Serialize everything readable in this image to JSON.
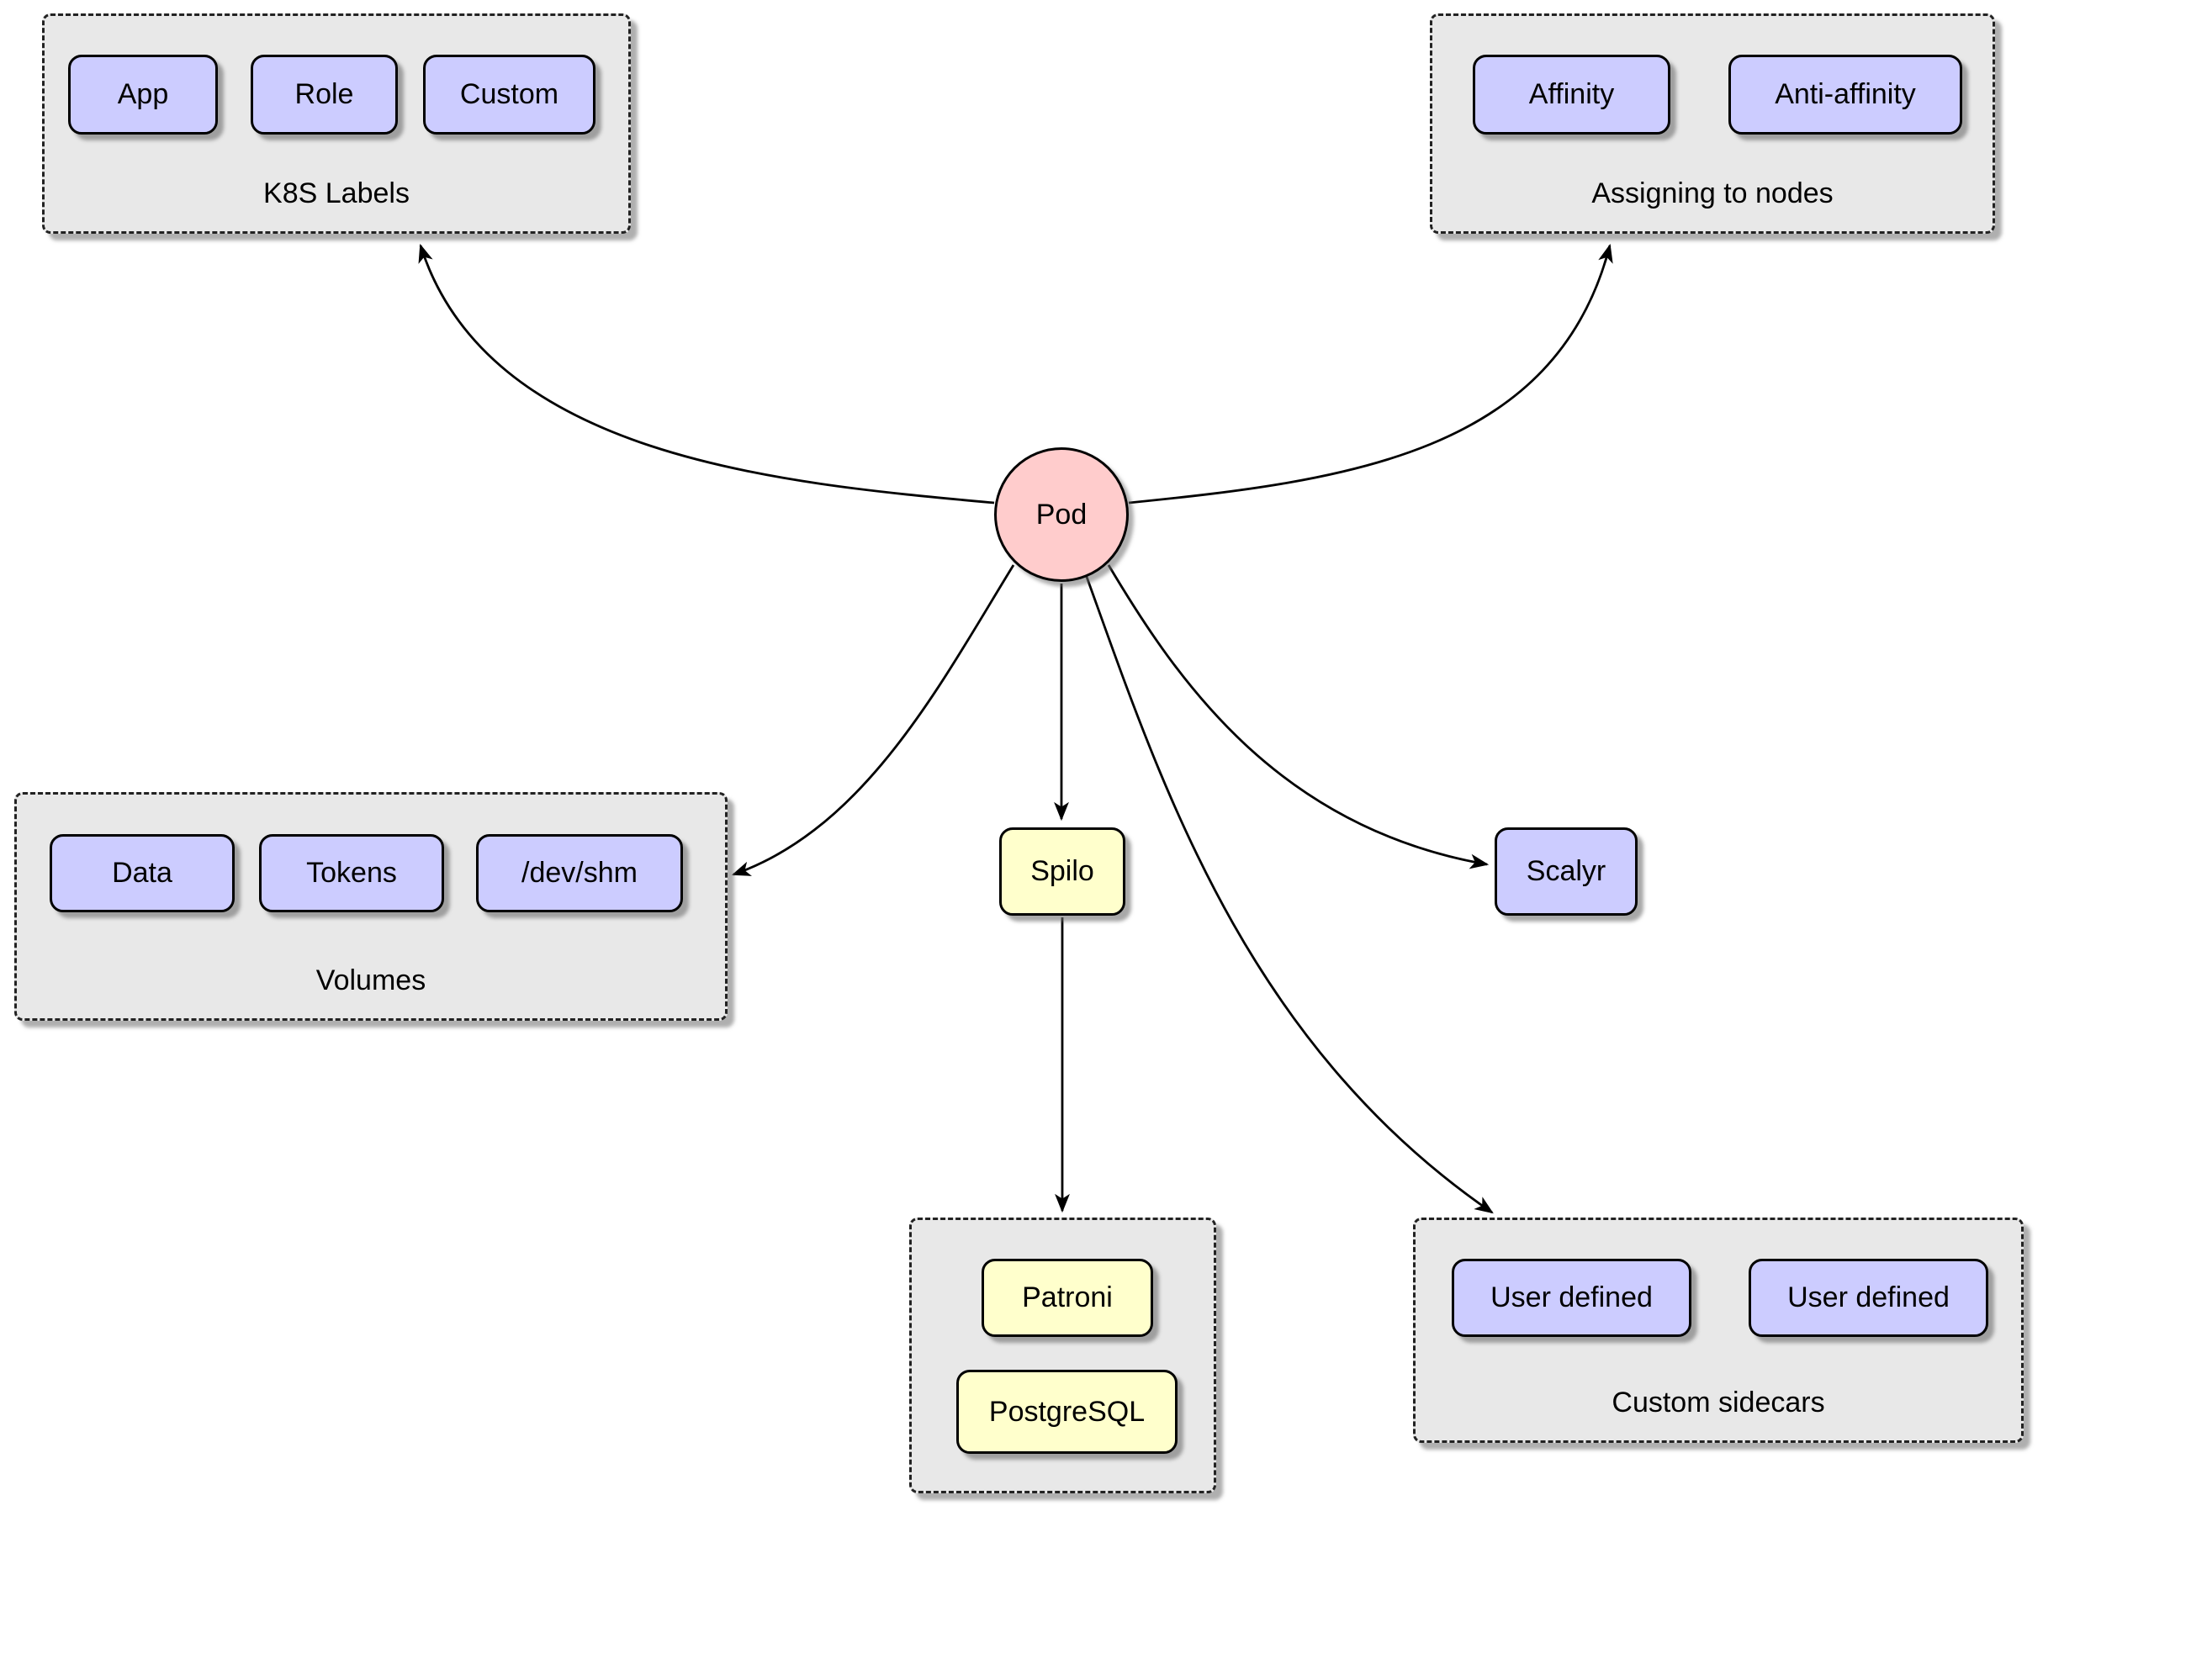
{
  "diagram": {
    "center_node": {
      "label": "Pod"
    },
    "groups": [
      {
        "id": "k8s-labels",
        "title": "K8S Labels",
        "items": [
          "App",
          "Role",
          "Custom"
        ]
      },
      {
        "id": "assigning-to-nodes",
        "title": "Assigning to nodes",
        "items": [
          "Affinity",
          "Anti-affinity"
        ]
      },
      {
        "id": "volumes",
        "title": "Volumes",
        "items": [
          "Data",
          "Tokens",
          "/dev/shm"
        ]
      },
      {
        "id": "spilo-stack",
        "title": "",
        "items": [
          "Patroni",
          "PostgreSQL"
        ]
      },
      {
        "id": "custom-sidecars",
        "title": "Custom sidecars",
        "items": [
          "User defined",
          "User defined"
        ]
      }
    ],
    "standalone_nodes": [
      {
        "id": "spilo",
        "label": "Spilo"
      },
      {
        "id": "scalyr",
        "label": "Scalyr"
      }
    ],
    "edges": [
      {
        "from": "Pod",
        "to": "K8S Labels"
      },
      {
        "from": "Pod",
        "to": "Assigning to nodes"
      },
      {
        "from": "Pod",
        "to": "Volumes"
      },
      {
        "from": "Pod",
        "to": "Spilo"
      },
      {
        "from": "Pod",
        "to": "Scalyr"
      },
      {
        "from": "Pod",
        "to": "Custom sidecars"
      },
      {
        "from": "Spilo",
        "to": "Patroni / PostgreSQL stack"
      }
    ],
    "colors": {
      "node_purple": "#ccccff",
      "node_yellow": "#ffffcc",
      "pod_pink": "#ffcccc",
      "group_gray": "#e8e8e8",
      "edge": "#000000"
    }
  }
}
